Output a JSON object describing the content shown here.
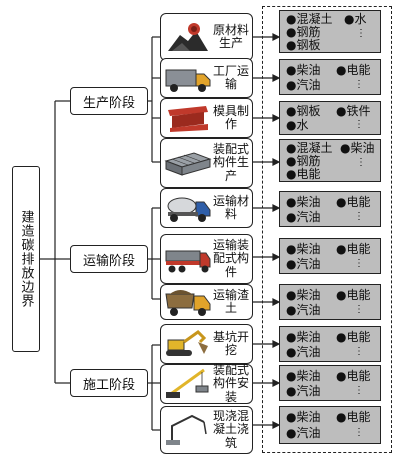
{
  "root": "建造碳排放边界",
  "stages": [
    "生产阶段",
    "运输阶段",
    "施工阶段"
  ],
  "processes": [
    {
      "label": "原材料生产",
      "icon": "material-pile-icon",
      "items": [
        "混凝土",
        "水",
        "钢筋",
        "钢板"
      ]
    },
    {
      "label": "工厂运输",
      "icon": "truck-icon",
      "items": [
        "柴油",
        "电能",
        "汽油"
      ]
    },
    {
      "label": "模具制作",
      "icon": "steel-beam-icon",
      "items": [
        "钢板",
        "铁件",
        "水"
      ]
    },
    {
      "label": "装配式构件生产",
      "icon": "precast-slab-icon",
      "items": [
        "混凝土",
        "柴油",
        "钢筋",
        "电能"
      ]
    },
    {
      "label": "运输材料",
      "icon": "concrete-mixer-truck-icon",
      "items": [
        "柴油",
        "电能",
        "汽油"
      ]
    },
    {
      "label": "运输装配式构件",
      "icon": "flatbed-truck-icon",
      "items": [
        "柴油",
        "电能",
        "汽油"
      ]
    },
    {
      "label": "运输渣土",
      "icon": "dump-truck-icon",
      "items": [
        "柴油",
        "电能",
        "汽油"
      ]
    },
    {
      "label": "基坑开挖",
      "icon": "excavator-icon",
      "items": [
        "柴油",
        "电能",
        "汽油"
      ]
    },
    {
      "label": "装配式构件安装",
      "icon": "crane-icon",
      "items": [
        "柴油",
        "电能",
        "汽油"
      ]
    },
    {
      "label": "现浇混凝土浇筑",
      "icon": "concrete-pump-icon",
      "items": [
        "柴油",
        "电能",
        "汽油"
      ]
    }
  ],
  "more": "⋮"
}
